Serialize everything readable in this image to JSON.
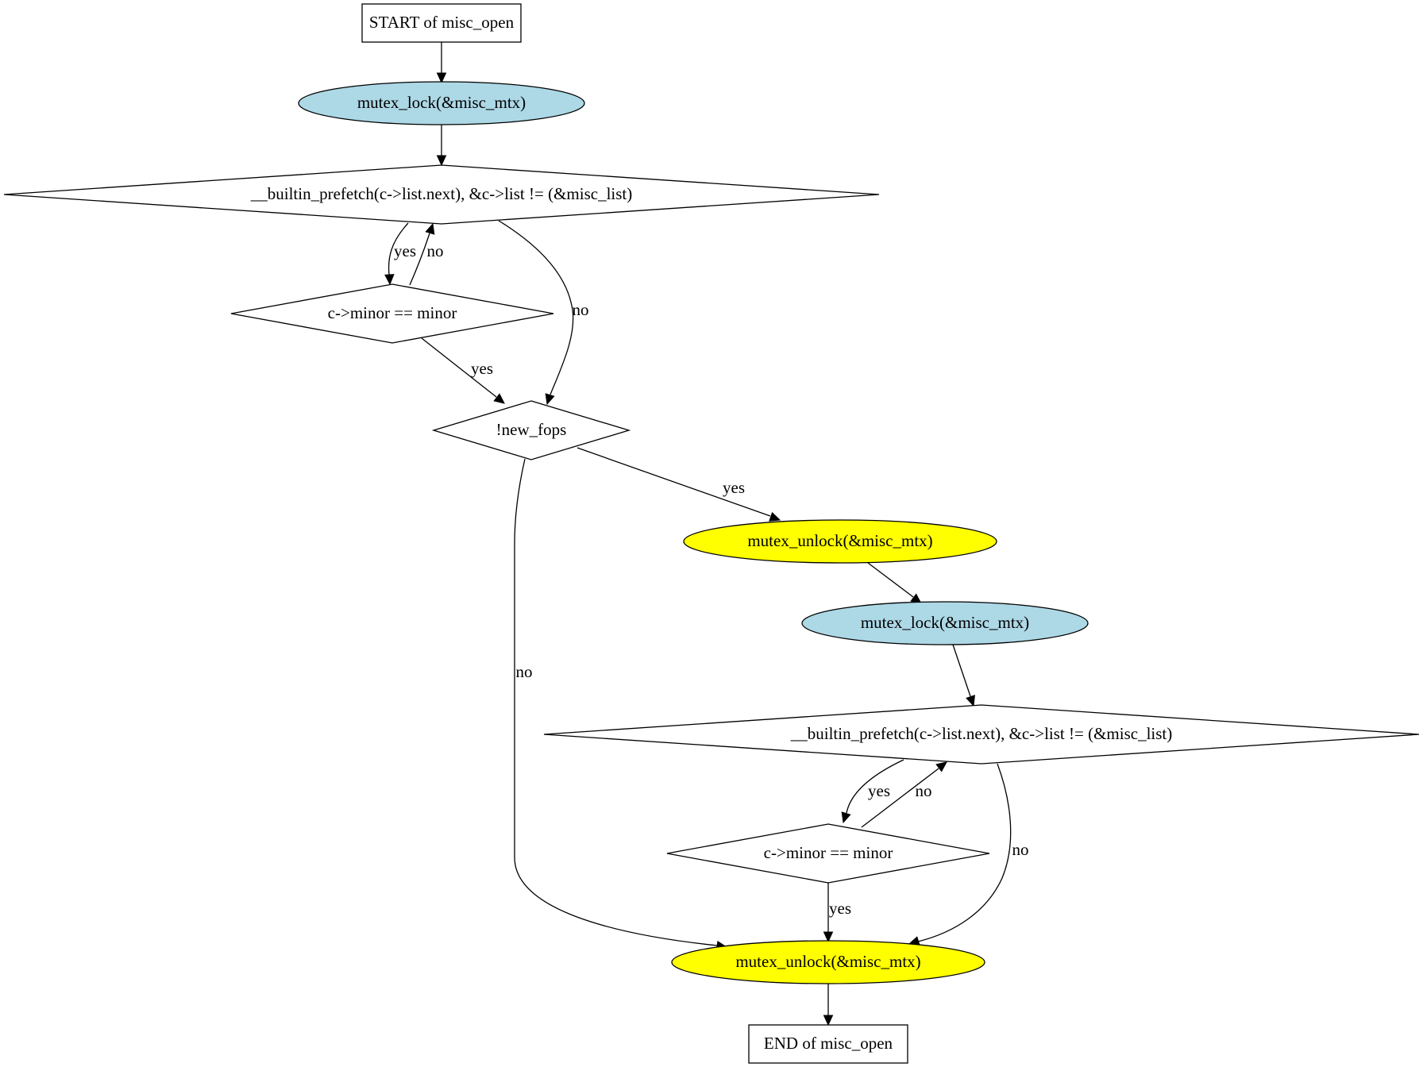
{
  "diagram": {
    "type": "flowchart",
    "colors": {
      "lock": "#add8e6",
      "unlock": "#ffff00",
      "plain": "#ffffff",
      "line": "#000000"
    },
    "nodes": {
      "start": {
        "label": "START of misc_open",
        "shape": "box"
      },
      "lock1": {
        "label": "mutex_lock(&misc_mtx)",
        "shape": "ellipse",
        "fill": "lock"
      },
      "loop1": {
        "label": "__builtin_prefetch(c->list.next), &c->list != (&misc_list)",
        "shape": "diamond"
      },
      "cmp1": {
        "label": "c->minor == minor",
        "shape": "diamond"
      },
      "newfops": {
        "label": "!new_fops",
        "shape": "diamond"
      },
      "unlock1": {
        "label": "mutex_unlock(&misc_mtx)",
        "shape": "ellipse",
        "fill": "unlock"
      },
      "lock2": {
        "label": "mutex_lock(&misc_mtx)",
        "shape": "ellipse",
        "fill": "lock"
      },
      "loop2": {
        "label": "__builtin_prefetch(c->list.next), &c->list != (&misc_list)",
        "shape": "diamond"
      },
      "cmp2": {
        "label": "c->minor == minor",
        "shape": "diamond"
      },
      "unlock2": {
        "label": "mutex_unlock(&misc_mtx)",
        "shape": "ellipse",
        "fill": "unlock"
      },
      "end": {
        "label": "END of misc_open",
        "shape": "box"
      }
    },
    "edges": [
      {
        "from": "start",
        "to": "lock1",
        "label": ""
      },
      {
        "from": "lock1",
        "to": "loop1",
        "label": ""
      },
      {
        "from": "loop1",
        "to": "cmp1",
        "label": "yes"
      },
      {
        "from": "cmp1",
        "to": "loop1",
        "label": "no"
      },
      {
        "from": "loop1",
        "to": "newfops",
        "label": "no"
      },
      {
        "from": "cmp1",
        "to": "newfops",
        "label": "yes"
      },
      {
        "from": "newfops",
        "to": "unlock1",
        "label": "yes"
      },
      {
        "from": "newfops",
        "to": "unlock2",
        "label": "no"
      },
      {
        "from": "unlock1",
        "to": "lock2",
        "label": ""
      },
      {
        "from": "lock2",
        "to": "loop2",
        "label": ""
      },
      {
        "from": "loop2",
        "to": "cmp2",
        "label": "yes"
      },
      {
        "from": "cmp2",
        "to": "loop2",
        "label": "no"
      },
      {
        "from": "loop2",
        "to": "unlock2",
        "label": "no"
      },
      {
        "from": "cmp2",
        "to": "unlock2",
        "label": "yes"
      },
      {
        "from": "unlock2",
        "to": "end",
        "label": ""
      }
    ]
  }
}
